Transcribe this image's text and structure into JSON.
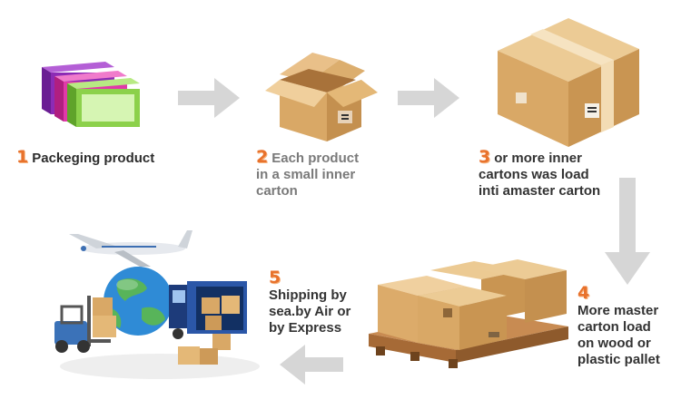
{
  "steps": [
    {
      "num": "1",
      "lines": [
        "Packeging product"
      ]
    },
    {
      "num": "2",
      "lines": [
        "Each product",
        "in a small inner",
        "carton"
      ]
    },
    {
      "num": "3",
      "lines": [
        "or more inner",
        "cartons was load",
        "inti amaster carton"
      ]
    },
    {
      "num": "4",
      "lines": [
        "",
        "More master",
        "carton load",
        "on wood or",
        "plastic pallet"
      ]
    },
    {
      "num": "5",
      "lines": [
        "",
        "Shipping by",
        "sea.by Air or",
        "by Express"
      ]
    }
  ],
  "colors": {
    "number_orange": "#e8722c",
    "arrow_grey": "#d6d6d6",
    "carton_tan": "#d9a866",
    "box_purple": "#8c2bb5",
    "box_pink": "#e03aa8",
    "box_green": "#8cd14b"
  },
  "icons": [
    "packaging-boxes-icon",
    "open-carton-icon",
    "master-carton-icon",
    "pallet-cartons-icon",
    "shipping-logistics-icon"
  ]
}
